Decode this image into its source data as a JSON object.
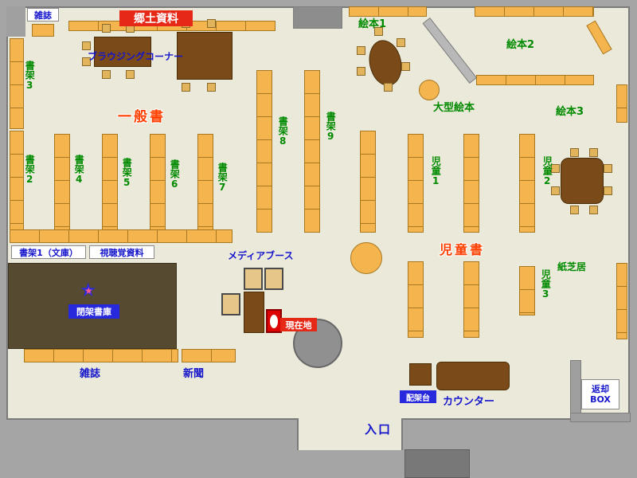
{
  "colors": {
    "outer_gray": "#a5a5a5",
    "floor": "#ebe9d9",
    "shelf_fill": "#f4b44e",
    "shelf_border": "#a87820",
    "table_brown": "#7a4a18",
    "closed_stacks_bg": "#564a30",
    "label_blue": "#1515cc",
    "green_text": "#008a00",
    "red_text": "#ff4000",
    "red_label_bg": "#e62817",
    "blue_label_bg": "#2828dd",
    "pillar_gray": "#909090",
    "booth_red": "#dd0000"
  },
  "icons": {
    "star": "★"
  },
  "labels": {
    "magazine_top": "雑誌",
    "local_materials": "郷土資料",
    "browsing_corner": "ブラウジングコーナー",
    "shelf3": "書架3",
    "shelf2": "書架2",
    "general_books": "一般書",
    "shelf4": "書架4",
    "shelf5": "書架5",
    "shelf6": "書架6",
    "shelf7": "書架7",
    "shelf8": "書架8",
    "shelf9": "書架9",
    "shelf1_bunko": "書架1（文庫）",
    "audiovisual": "視聴覚資料",
    "picture_book1": "絵本1",
    "picture_book2": "絵本2",
    "picture_book3": "絵本3",
    "large_picture_books": "大型絵本",
    "children1": "児童1",
    "children2": "児童2",
    "children3": "児童3",
    "children_books": "児童書",
    "kamishibai": "紙芝居",
    "closed_stacks": "閉架書庫",
    "media_booth": "メディアブース",
    "current_location": "現在地",
    "magazine_bottom": "雑誌",
    "newspaper": "新聞",
    "delivery_stand": "配架台",
    "counter": "カウンター",
    "return_box_line1": "返却",
    "return_box_line2": "BOX",
    "entrance": "入口"
  }
}
